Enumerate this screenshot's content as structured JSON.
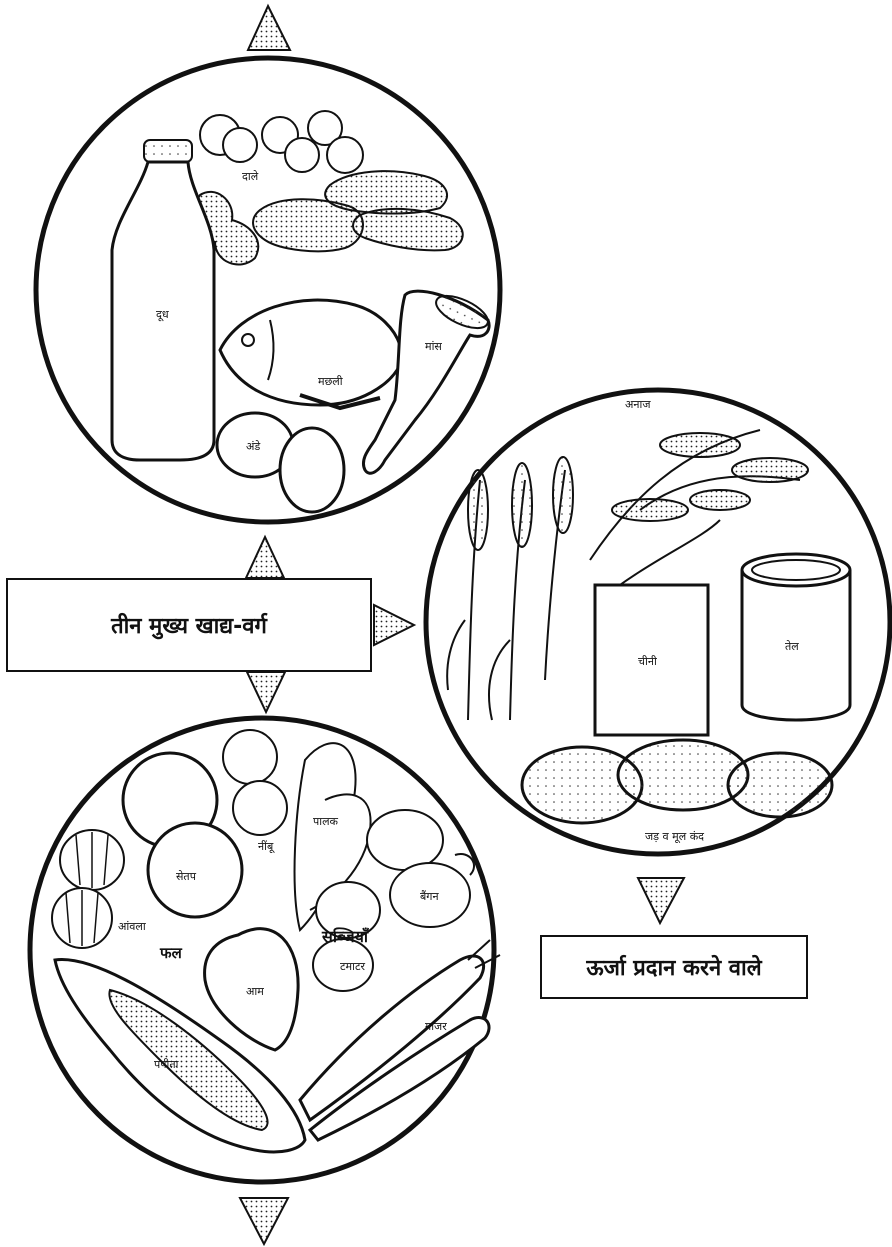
{
  "center_title": "तीन मुख्य खाद्य-वर्ग",
  "energy_caption": "ऊर्जा प्रदान करने वाले",
  "protein_circle": {
    "labels": {
      "dal": "दाले",
      "milk": "दूध",
      "fish": "मछली",
      "meat": "मांस",
      "eggs": "अंडे"
    }
  },
  "energy_circle": {
    "labels": {
      "grain": "अनाज",
      "sugar": "चीनी",
      "oil": "तेल",
      "roots": "जड़ व मूल कंद"
    }
  },
  "protective_circle": {
    "labels": {
      "apple": "सेतप",
      "lemon": "नींबू",
      "spinach": "पालक",
      "brinjal": "बैंगन",
      "amla": "आंवला",
      "fruits": "फल",
      "vegetables": "सब्जियाँ",
      "mango": "आम",
      "tomato": "टमाटर",
      "carrot": "गाजर",
      "papaya": "पपीता"
    }
  }
}
